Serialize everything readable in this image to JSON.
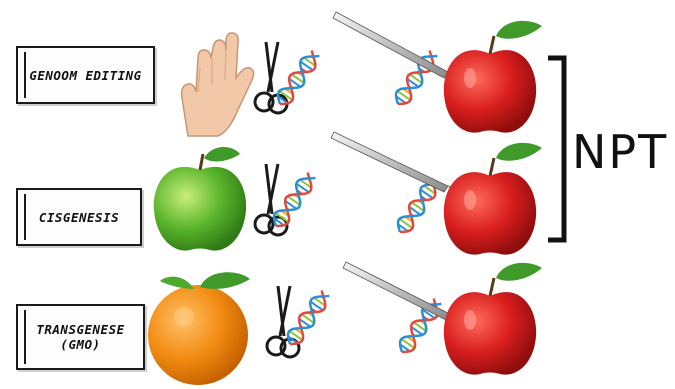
{
  "rows": [
    {
      "label": "Genoom editing",
      "source": "hand",
      "source_icon": "hand-icon"
    },
    {
      "label": "Cisgenesis",
      "source": "green-apple",
      "source_icon": "green-apple-icon"
    },
    {
      "label": "Transgenese\n(GMO)",
      "source": "orange",
      "source_icon": "orange-icon"
    }
  ],
  "bracket_label": "NPT",
  "colors": {
    "outline": "#1a1a1a",
    "red_apple": "#d81e1e",
    "green_apple": "#5ab52c",
    "orange": "#f28c12",
    "leaf": "#3f9a2a",
    "skin": "#f2c9a8",
    "dna_a": "#e04a3c",
    "dna_b": "#2a8fd6",
    "dna_c": "#8fc33a",
    "dna_d": "#f2a62b"
  }
}
